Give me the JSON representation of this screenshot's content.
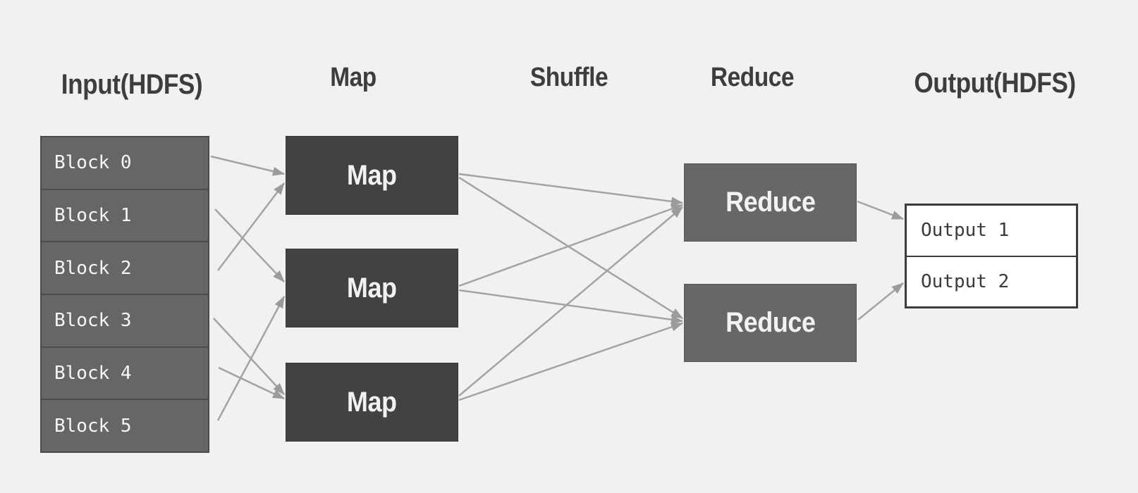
{
  "columns": {
    "input": {
      "label": "Input(HDFS)"
    },
    "map": {
      "label": "Map"
    },
    "shuffle": {
      "label": "Shuffle"
    },
    "reduce": {
      "label": "Reduce"
    },
    "output": {
      "label": "Output(HDFS)"
    }
  },
  "input_blocks": [
    "Block 0",
    "Block 1",
    "Block 2",
    "Block 3",
    "Block 4",
    "Block 5"
  ],
  "map_nodes": [
    {
      "label": "Map"
    },
    {
      "label": "Map"
    },
    {
      "label": "Map"
    }
  ],
  "reduce_nodes": [
    {
      "label": "Reduce"
    },
    {
      "label": "Reduce"
    }
  ],
  "outputs": [
    "Output 1",
    "Output 2"
  ],
  "edges": {
    "block_to_map": [
      [
        "Block 0",
        "Map 1"
      ],
      [
        "Block 1",
        "Map 2"
      ],
      [
        "Block 2",
        "Map 1"
      ],
      [
        "Block 3",
        "Map 3"
      ],
      [
        "Block 4",
        "Map 3"
      ],
      [
        "Block 5",
        "Map 2"
      ]
    ],
    "map_to_reduce": [
      [
        "Map 1",
        "Reduce 1"
      ],
      [
        "Map 1",
        "Reduce 2"
      ],
      [
        "Map 2",
        "Reduce 1"
      ],
      [
        "Map 2",
        "Reduce 2"
      ],
      [
        "Map 3",
        "Reduce 1"
      ],
      [
        "Map 3",
        "Reduce 2"
      ]
    ],
    "reduce_to_output": [
      [
        "Reduce 1",
        "Output 1"
      ],
      [
        "Reduce 2",
        "Output 2"
      ]
    ]
  },
  "colors": {
    "background": "#f1f1ef",
    "heading_text": "#3d3d3d",
    "block_fill": "#666667",
    "block_border": "#4b4b4b",
    "map_fill": "#424242",
    "reduce_fill": "#676767",
    "output_fill": "#ffffff",
    "output_border": "#3b3b3b",
    "node_text": "#f2f2f2",
    "arrow": "#a3a3a3"
  }
}
